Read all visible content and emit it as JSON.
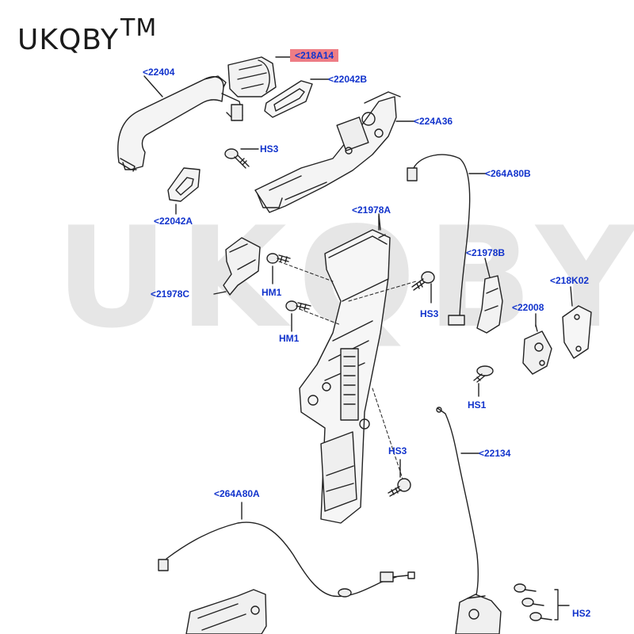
{
  "brand": {
    "name": "UKQBY",
    "mark": "TM"
  },
  "watermark": "UKQBY TM",
  "colors": {
    "label_text": "#1133cc",
    "highlight": "#ee7d85",
    "line_art": "#222222",
    "watermark": "#e6e6e6"
  },
  "labels": {
    "p218A14": "<218A14",
    "p22404": "<22404",
    "p22042B": "<22042B",
    "p224A36": "<224A36",
    "hs3_top": "HS3",
    "p264A80B": "<264A80B",
    "p22042A": "<22042A",
    "p21978A": "<21978A",
    "p21978B": "<21978B",
    "p218K02": "<218K02",
    "p21978C": "<21978C",
    "hm1_a": "HM1",
    "hm1_b": "HM1",
    "hs3_mid": "HS3",
    "p22008": "<22008",
    "hs1": "HS1",
    "p22134": "<22134",
    "hs3_low": "HS3",
    "p264A80A": "<264A80A",
    "hs2": "HS2"
  }
}
